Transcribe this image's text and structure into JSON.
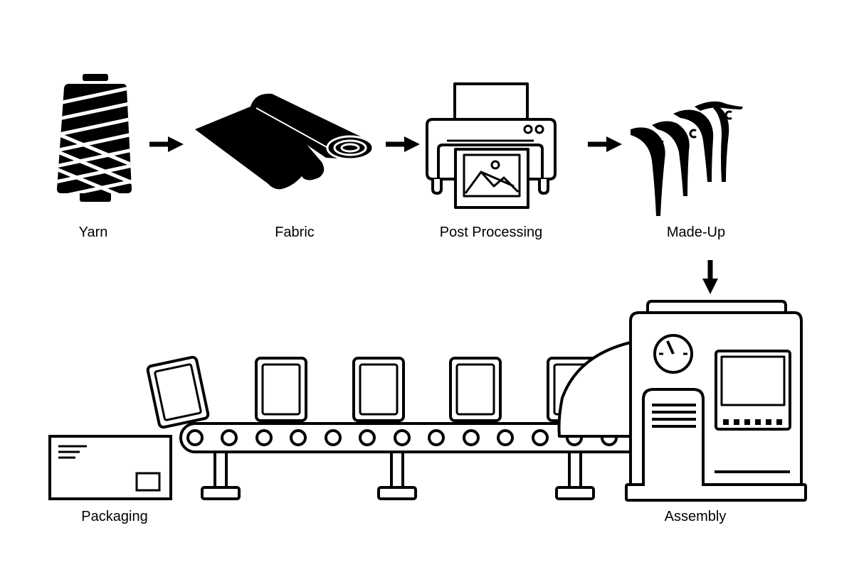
{
  "colors": {
    "ink": "#000000",
    "paper": "#ffffff"
  },
  "steps": {
    "yarn": {
      "label": "Yarn",
      "icon": "yarn-cone-icon"
    },
    "fabric": {
      "label": "Fabric",
      "icon": "fabric-roll-icon"
    },
    "post_processing": {
      "label": "Post Processing",
      "icon": "printer-icon"
    },
    "made_up": {
      "label": "Made-Up",
      "icon": "hanging-garments-icon"
    },
    "assembly": {
      "label": "Assembly",
      "icon": "assembly-machine-icon"
    },
    "packaging": {
      "label": "Packaging",
      "icon": "shipping-box-icon"
    }
  },
  "conveyor": {
    "icon": "conveyor-belt-icon",
    "items_on_belt": 5
  }
}
